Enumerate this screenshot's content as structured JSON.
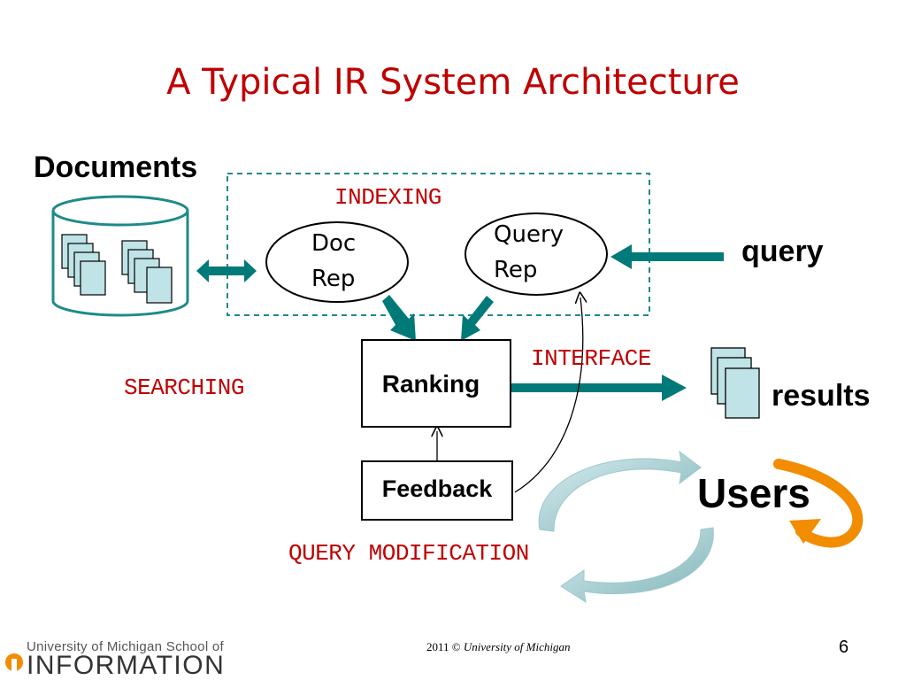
{
  "slide": {
    "title": "A Typical IR System Architecture",
    "page_number": "6"
  },
  "diagram": {
    "documents": "Documents",
    "indexing": "INDEXING",
    "doc_rep": [
      "Doc",
      "Rep"
    ],
    "query_rep": [
      "Query",
      "Rep"
    ],
    "query": "query",
    "ranking": "Ranking",
    "feedback": "Feedback",
    "interface": "INTERFACE",
    "searching": "SEARCHING",
    "results": "results",
    "users": "Users",
    "query_modification": "QUERY MODIFICATION"
  },
  "footer": {
    "year": "2011 ©",
    "org": "University of Michigan"
  },
  "logo": {
    "line1": "University of Michigan School of",
    "line2": "INFORMATION"
  },
  "colors": {
    "title_red": "#c00000",
    "arrow_teal": "#007a78",
    "dashed_border": "#1e8a8a",
    "logo_orange": "#f28c00"
  }
}
